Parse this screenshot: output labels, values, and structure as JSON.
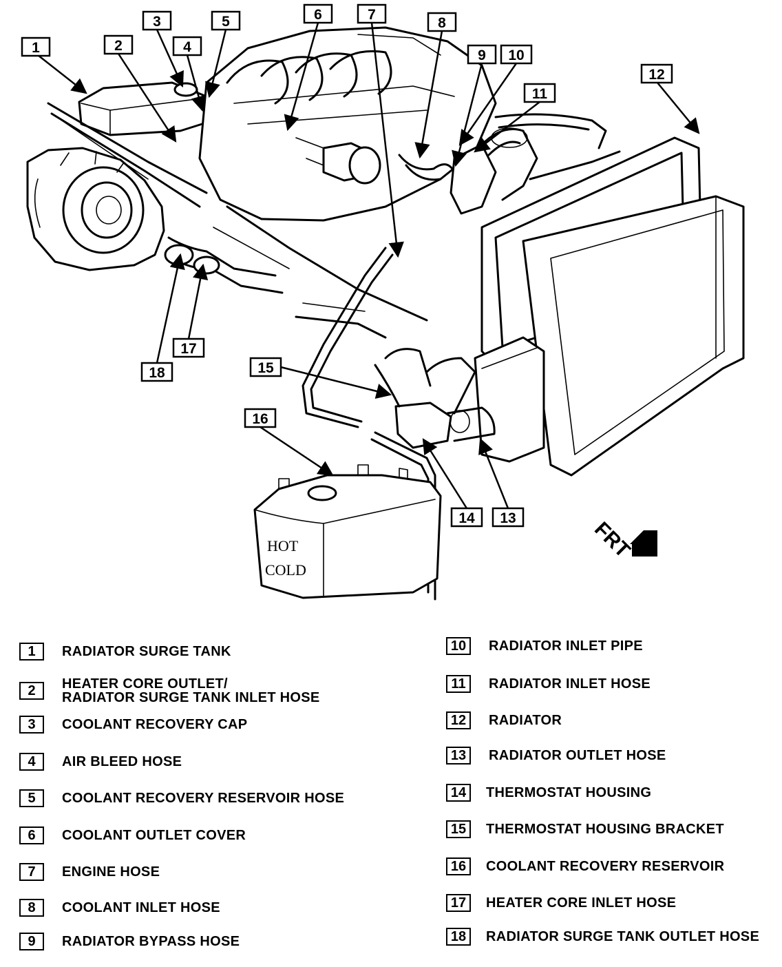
{
  "callouts": [
    "1",
    "2",
    "3",
    "4",
    "5",
    "6",
    "7",
    "8",
    "9",
    "10",
    "11",
    "12",
    "13",
    "14",
    "15",
    "16",
    "17",
    "18"
  ],
  "reservoir_marks": {
    "hot": "HOT",
    "cold": "COLD"
  },
  "front_marker": {
    "label": "FRT",
    "icon": "arrow-down-right-icon"
  },
  "legend": [
    {
      "num": "1",
      "label": "RADIATOR SURGE TANK"
    },
    {
      "num": "2",
      "label": "HEATER CORE OUTLET/",
      "label2": "RADIATOR SURGE TANK INLET HOSE"
    },
    {
      "num": "3",
      "label": "COOLANT RECOVERY CAP"
    },
    {
      "num": "4",
      "label": "AIR BLEED HOSE"
    },
    {
      "num": "5",
      "label": "COOLANT RECOVERY RESERVOIR HOSE"
    },
    {
      "num": "6",
      "label": "COOLANT OUTLET COVER"
    },
    {
      "num": "7",
      "label": "ENGINE HOSE"
    },
    {
      "num": "8",
      "label": "COOLANT INLET HOSE"
    },
    {
      "num": "9",
      "label": "RADIATOR BYPASS HOSE"
    },
    {
      "num": "10",
      "label": "RADIATOR INLET PIPE"
    },
    {
      "num": "11",
      "label": "RADIATOR INLET HOSE"
    },
    {
      "num": "12",
      "label": "RADIATOR"
    },
    {
      "num": "13",
      "label": "RADIATOR OUTLET HOSE"
    },
    {
      "num": "14",
      "label": "THERMOSTAT HOUSING"
    },
    {
      "num": "15",
      "label": "THERMOSTAT HOUSING BRACKET"
    },
    {
      "num": "16",
      "label": "COOLANT RECOVERY RESERVOIR"
    },
    {
      "num": "17",
      "label": "HEATER CORE INLET HOSE"
    },
    {
      "num": "18",
      "label": "RADIATOR SURGE TANK OUTLET HOSE"
    }
  ]
}
